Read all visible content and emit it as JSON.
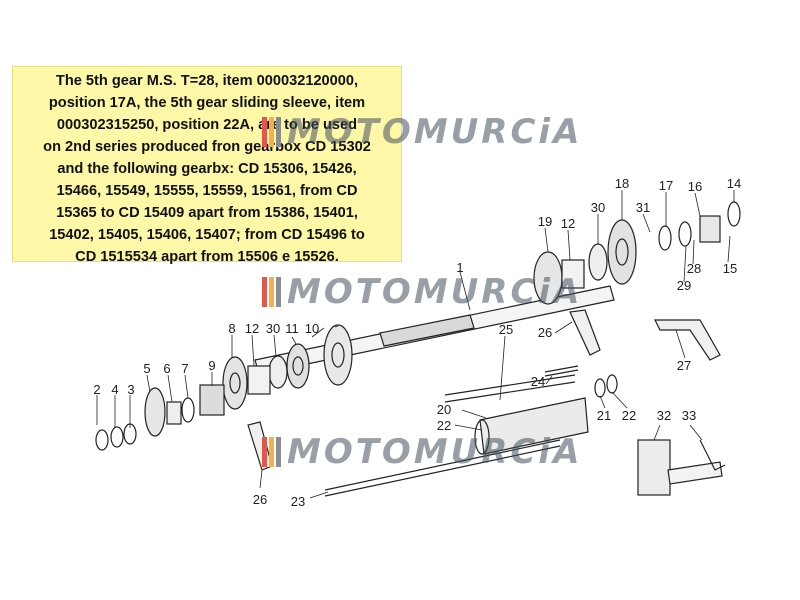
{
  "note": {
    "lines": [
      "The 5th gear M.S. T=28, item 000032120000,",
      "position 17A, the 5th gear sliding sleeve, item",
      "000302315250, position 22A, are to be used",
      "on 2nd series produced fron gearbox CD 15302",
      "and the following gearbx: CD 15306, 15426,",
      "15466, 15549, 15555, 15559, 15561, from CD",
      "15365 to CD 15409 apart from 15386, 15401,",
      "15402, 15405, 15406, 15407; from CD 15496 to",
      "CD 1515534 apart from 15506 e 15526."
    ]
  },
  "watermark": {
    "text": "MOTOMURCiA",
    "bar_colors": [
      "#e2574c",
      "#f2b24a",
      "#8c8c8c"
    ]
  },
  "callouts": [
    {
      "id": "c1",
      "text": "1"
    },
    {
      "id": "c2",
      "text": "2"
    },
    {
      "id": "c3",
      "text": "3"
    },
    {
      "id": "c4",
      "text": "4"
    },
    {
      "id": "c5",
      "text": "5"
    },
    {
      "id": "c6",
      "text": "6"
    },
    {
      "id": "c7",
      "text": "7"
    },
    {
      "id": "c8",
      "text": "8"
    },
    {
      "id": "c9",
      "text": "9"
    },
    {
      "id": "c10",
      "text": "10"
    },
    {
      "id": "c11",
      "text": "11"
    },
    {
      "id": "c12a",
      "text": "12"
    },
    {
      "id": "c12b",
      "text": "12"
    },
    {
      "id": "c14",
      "text": "14"
    },
    {
      "id": "c15",
      "text": "15"
    },
    {
      "id": "c16",
      "text": "16"
    },
    {
      "id": "c17",
      "text": "17"
    },
    {
      "id": "c18",
      "text": "18"
    },
    {
      "id": "c19",
      "text": "19"
    },
    {
      "id": "c20",
      "text": "20"
    },
    {
      "id": "c21",
      "text": "21"
    },
    {
      "id": "c22a",
      "text": "22"
    },
    {
      "id": "c22b",
      "text": "22"
    },
    {
      "id": "c23",
      "text": "23"
    },
    {
      "id": "c24",
      "text": "24"
    },
    {
      "id": "c25",
      "text": "25"
    },
    {
      "id": "c26a",
      "text": "26"
    },
    {
      "id": "c26b",
      "text": "26"
    },
    {
      "id": "c27",
      "text": "27"
    },
    {
      "id": "c28",
      "text": "28"
    },
    {
      "id": "c29",
      "text": "29"
    },
    {
      "id": "c30a",
      "text": "30"
    },
    {
      "id": "c30b",
      "text": "30"
    },
    {
      "id": "c31",
      "text": "31"
    },
    {
      "id": "c32",
      "text": "32"
    },
    {
      "id": "c33",
      "text": "33"
    }
  ]
}
